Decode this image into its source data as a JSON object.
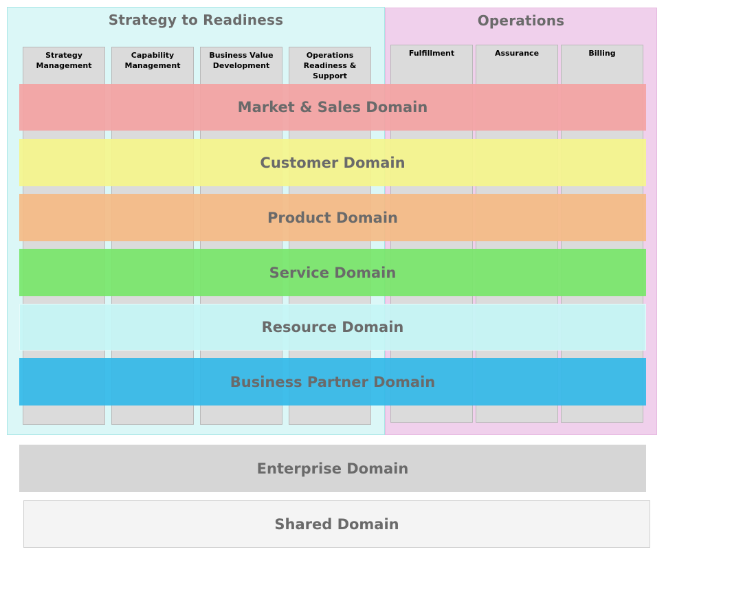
{
  "groups": {
    "strategy": {
      "title": "Strategy to Readiness",
      "fill": "#c8f2f2",
      "opacity": 0.65,
      "border": "#a8e6e6"
    },
    "operations": {
      "title": "Operations",
      "fill": "#eecbea",
      "opacity": 0.9,
      "border": "#e6b8e0"
    }
  },
  "columns": [
    {
      "label": "Strategy\nManagement"
    },
    {
      "label": "Capability\nManagement"
    },
    {
      "label": "Business Value\nDevelopment"
    },
    {
      "label": "Operations\nReadiness &\nSupport"
    },
    {
      "label": "Fulfillment"
    },
    {
      "label": "Assurance"
    },
    {
      "label": "Billing"
    }
  ],
  "domains": [
    {
      "label": "Market & Sales Domain",
      "color": "#f4a3a3"
    },
    {
      "label": "Customer Domain",
      "color": "#f5f58c"
    },
    {
      "label": "Product Domain",
      "color": "#f5bb86"
    },
    {
      "label": "Service Domain",
      "color": "#78e66a"
    },
    {
      "label": "Resource Domain",
      "color": "#c6f5f5"
    },
    {
      "label": "Business Partner Domain",
      "color": "#33b8e8"
    }
  ],
  "enterprise": {
    "label": "Enterprise Domain",
    "color": "#d6d6d6"
  },
  "shared": {
    "label": "Shared Domain",
    "color": "#f4f4f4"
  }
}
